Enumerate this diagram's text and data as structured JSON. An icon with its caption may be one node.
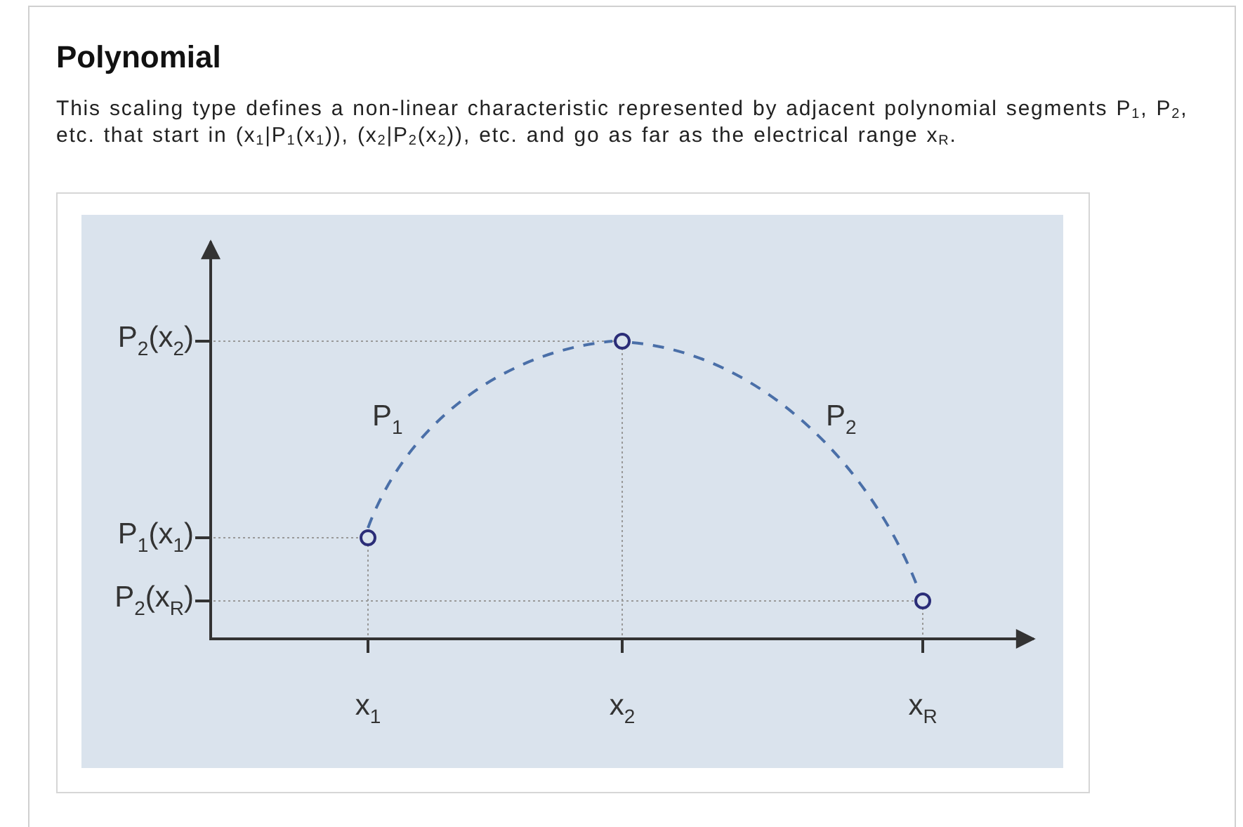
{
  "diagram": {
    "title": "Polynomial",
    "labels": [
      "This scaling type defines a non-linear characteristic represented by adjacent polynomial segments P$_{1}$, P$_{2}$, etc. that start in (x$_{1}$|P$_{1}$(x$_{1}$)), (x$_{2}$|P$_{2}$(x$_{2}$)), etc. and go as far as the electrical range x$_{R}$.",
      "P$_{2}$(x$_{2}$)",
      "P$_{1}$",
      "P$_{2}$",
      "P$_{1}$(x$_{1}$)",
      "P$_{2}$(x$_{R}$)",
      "x$_{1}$",
      "x$_{2}$",
      "x$_{R}$"
    ]
  }
}
